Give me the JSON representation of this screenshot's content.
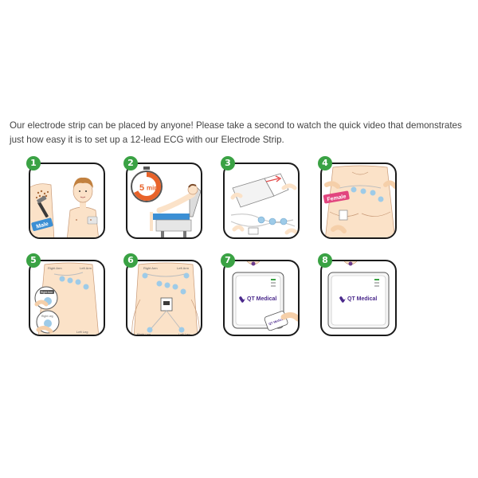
{
  "intro": {
    "text": "Our electrode strip can be placed by anyone! Please take a second to watch the quick video that demonstrates just how easy it is to set up a 12-lead ECG with our Electrode Strip."
  },
  "colors": {
    "badge": "#3aa244",
    "skin": "#fbe2c8",
    "hair": "#a86a3a",
    "timer_orange": "#e8632a",
    "strip_blue": "#9ecbe8",
    "male_tag": "#3b8fd4",
    "female_tag": "#e2457f",
    "brand_purple": "#4b2a8c"
  },
  "steps": [
    {
      "number": "1",
      "tag": "Male"
    },
    {
      "number": "2",
      "timer_value": "5",
      "timer_unit": "min"
    },
    {
      "number": "3"
    },
    {
      "number": "4",
      "tag": "Female"
    },
    {
      "number": "5",
      "label_top": "Right Arm",
      "label_top_right": "Left Arm",
      "label_mid": "Right Arm",
      "label_bottom": "Right Leg",
      "label_bottom2": "Left Leg"
    },
    {
      "number": "6",
      "label_top": "Right Arm",
      "label_top_right": "Left Arm",
      "label_bottom": "Right Leg",
      "label_bottom2": "Left Leg"
    },
    {
      "number": "7",
      "brand": "QT Medical",
      "small_brand": "QT Medical"
    },
    {
      "number": "8",
      "brand": "QT Medical"
    }
  ]
}
